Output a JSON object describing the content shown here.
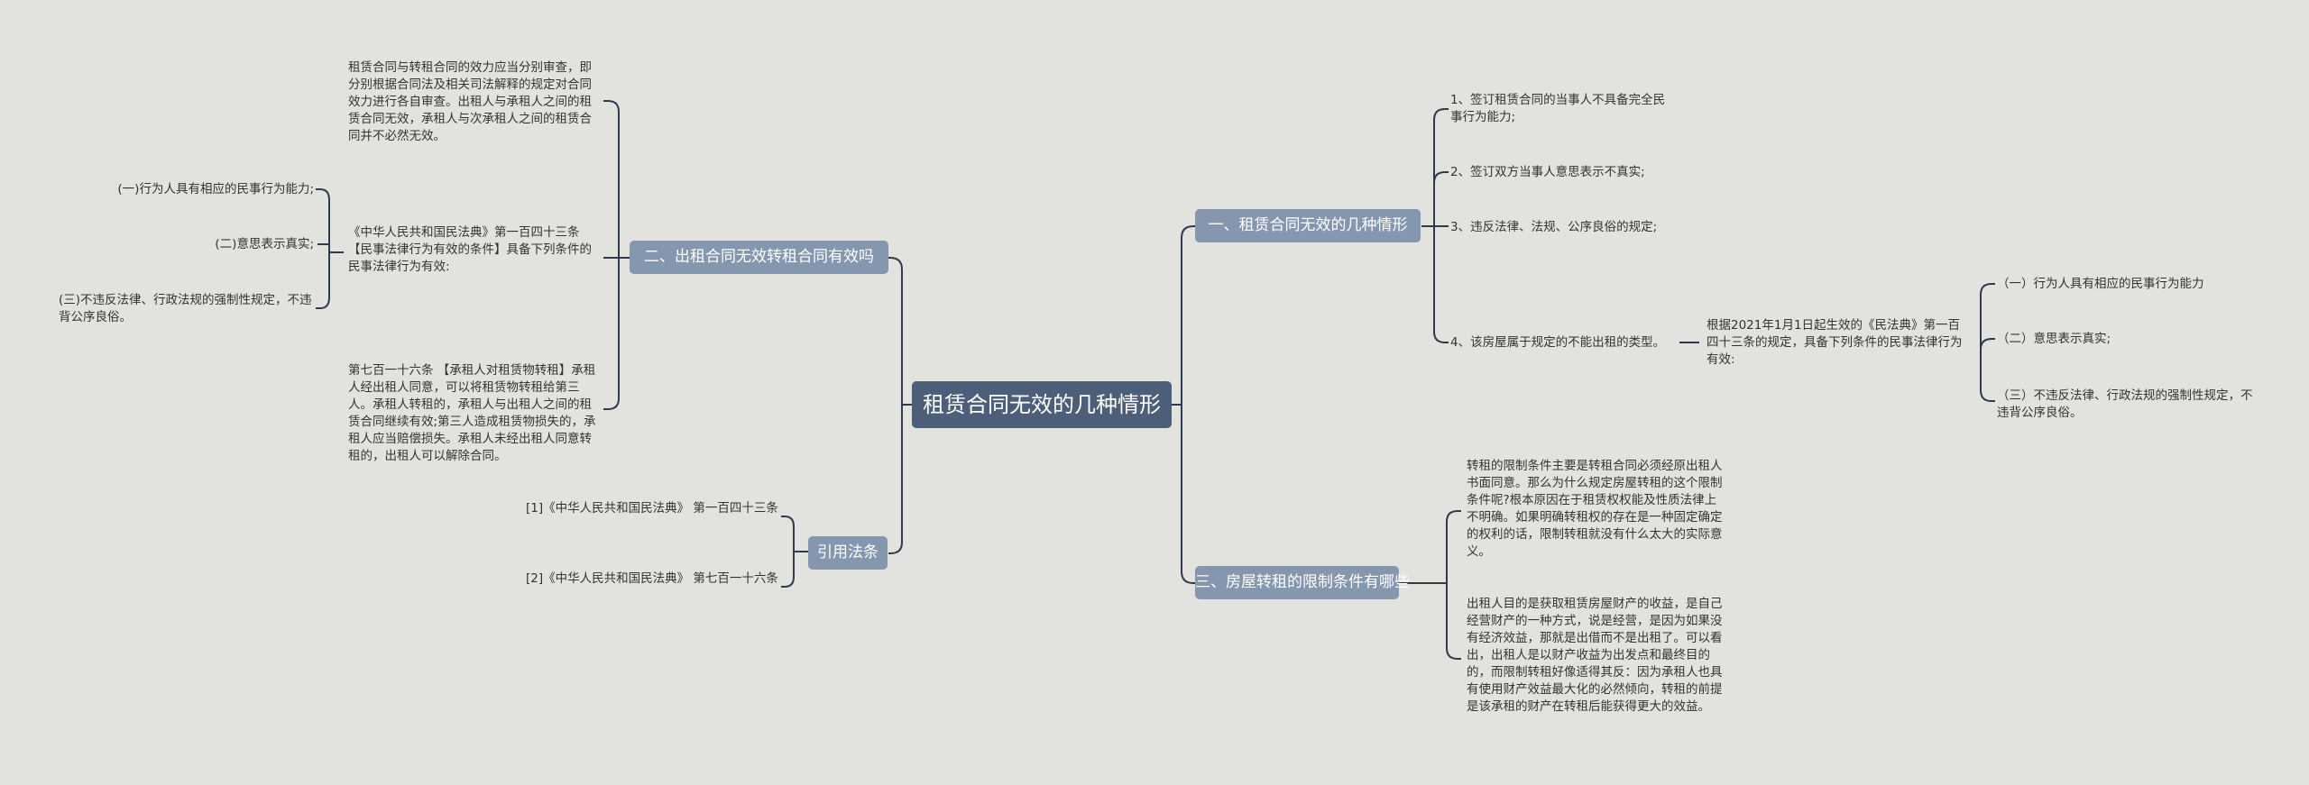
{
  "root": "租赁合同无效的几种情形",
  "left": {
    "b2": {
      "label": "二、出租合同无效转租合同有效吗",
      "t1": "租赁合同与转租合同的效力应当分别审查，即分别根据合同法及相关司法解释的规定对合同效力进行各自审查。出租人与承租人之间的租赁合同无效，承租人与次承租人之间的租赁合同并不必然无效。",
      "t2": "《中华人民共和国民法典》第一百四十三条【民事法律行为有效的条件】具备下列条件的民事法律行为有效:",
      "t2_children": [
        "(一)行为人具有相应的民事行为能力;",
        "(二)意思表示真实;",
        "(三)不违反法律、行政法规的强制性规定，不违背公序良俗。"
      ],
      "t3": "第七百一十六条 【承租人对租赁物转租】承租人经出租人同意，可以将租赁物转租给第三人。承租人转租的，承租人与出租人之间的租赁合同继续有效;第三人造成租赁物损失的，承租人应当赔偿损失。承租人未经出租人同意转租的，出租人可以解除合同。"
    },
    "b_ref": {
      "label": "引用法条",
      "refs": [
        "[1]《中华人民共和国民法典》 第一百四十三条",
        "[2]《中华人民共和国民法典》 第七百一十六条"
      ]
    }
  },
  "right": {
    "b1": {
      "label": "一、租赁合同无效的几种情形",
      "items": [
        "1、签订租赁合同的当事人不具备完全民事行为能力;",
        "2、签订双方当事人意思表示不真实;",
        "3、违反法律、法规、公序良俗的规定;",
        "4、该房屋属于规定的不能出租的类型。"
      ],
      "sub": "根据2021年1月1日起生效的《民法典》第一百四十三条的规定，具备下列条件的民事法律行为有效:",
      "sub_children": [
        "（一）行为人具有相应的民事行为能力",
        "（二）意思表示真实;",
        "（三）不违反法律、行政法规的强制性规定，不违背公序良俗。"
      ]
    },
    "b3": {
      "label": "三、房屋转租的限制条件有哪些",
      "t1": "转租的限制条件主要是转租合同必须经原出租人书面同意。那么为什么规定房屋转租的这个限制条件呢?根本原因在于租赁权权能及性质法律上不明确。如果明确转租权的存在是一种固定确定的权利的话，限制转租就没有什么太大的实际意义。",
      "t2": "出租人目的是获取租赁房屋财产的收益，是自己经营财产的一种方式，说是经营，是因为如果没有经济效益，那就是出借而不是出租了。可以看出，出租人是以财产收益为出发点和最终目的的，而限制转租好像适得其反：因为承租人也具有使用财产效益最大化的必然倾向，转租的前提是该承租的财产在转租后能获得更大的效益。"
    }
  },
  "colors": {
    "line": "#2f3b4c",
    "root_bg": "#4d5f78",
    "branch_bg": "#8596af",
    "bg": "#e2e2df"
  }
}
